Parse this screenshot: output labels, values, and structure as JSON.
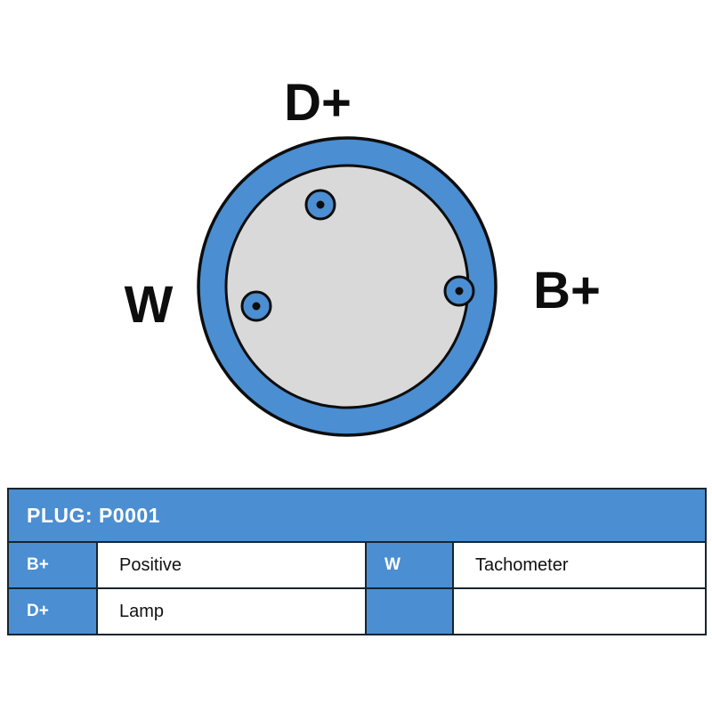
{
  "diagram": {
    "labels": {
      "top": "D+",
      "left": "W",
      "right": "B+"
    },
    "colors": {
      "ring_blue": "#4b8ed2",
      "face_gray": "#d9d9d9",
      "outline": "#0d0d0d"
    }
  },
  "table": {
    "title": "PLUG: P0001",
    "rows": [
      {
        "pin1": "B+",
        "desc1": "Positive",
        "pin2": "W",
        "desc2": "Tachometer"
      },
      {
        "pin1": "D+",
        "desc1": "Lamp",
        "pin2": "",
        "desc2": ""
      }
    ],
    "colors": {
      "header_bg": "#4b8ed2",
      "key_bg": "#4b8ed2",
      "border": "#15252e"
    }
  }
}
